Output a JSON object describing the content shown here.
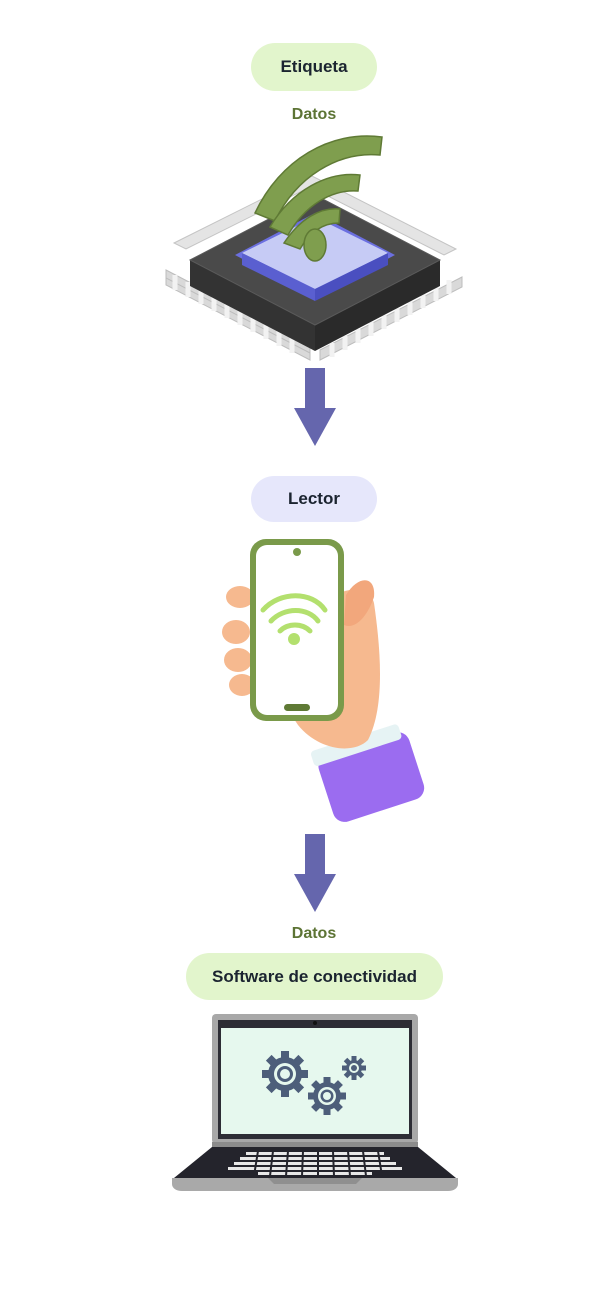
{
  "stages": {
    "tag": {
      "label": "Etiqueta",
      "caption": "Datos"
    },
    "reader": {
      "label": "Lector"
    },
    "software": {
      "caption": "Datos",
      "label": "Software de conectividad"
    }
  },
  "icons": {
    "tag": "rfid-chip-icon",
    "reader": "hand-holding-phone-icon",
    "software": "laptop-gears-icon",
    "arrows": "arrow-down-icon"
  },
  "colors": {
    "pill_green": "#e2f5cc",
    "pill_purple": "#e6e7fb",
    "caption_text": "#5d7435",
    "arrow": "#6566ad"
  }
}
